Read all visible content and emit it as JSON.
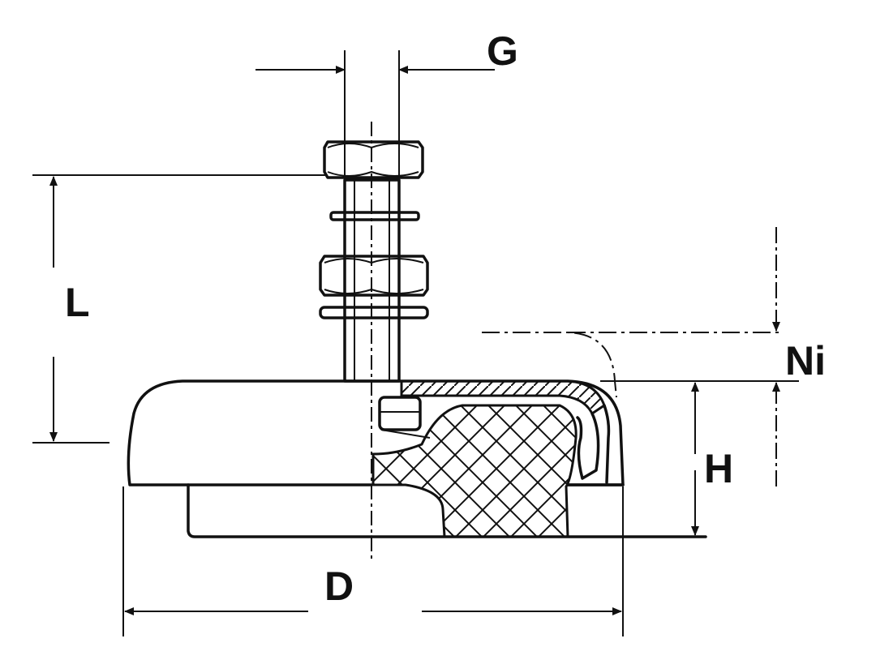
{
  "labels": {
    "thread": "G",
    "length": "L",
    "deflection": "Ni",
    "height": "H",
    "diameter": "D"
  }
}
